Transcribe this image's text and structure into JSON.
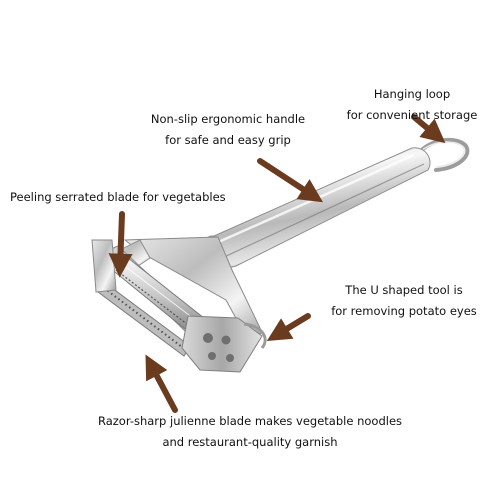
{
  "annotations": {
    "hanging_loop": [
      "Hanging loop",
      "for convenient storage"
    ],
    "handle": [
      "Non-slip ergonomic handle",
      "for safe and easy grip"
    ],
    "peeling_blade": [
      "Peeling serrated blade for vegetables"
    ],
    "u_shaped_tool": [
      "The U shaped tool is",
      "for removing potato eyes"
    ],
    "julienne_blade": [
      "Razor-sharp julienne blade makes vegetable noodles",
      "and restaurant-quality garnish"
    ]
  },
  "colors": {
    "arrow": "#6b3b1f",
    "steel_light": "#f2f2f2",
    "steel_dark": "#8a8a8a",
    "text": "#111111"
  }
}
